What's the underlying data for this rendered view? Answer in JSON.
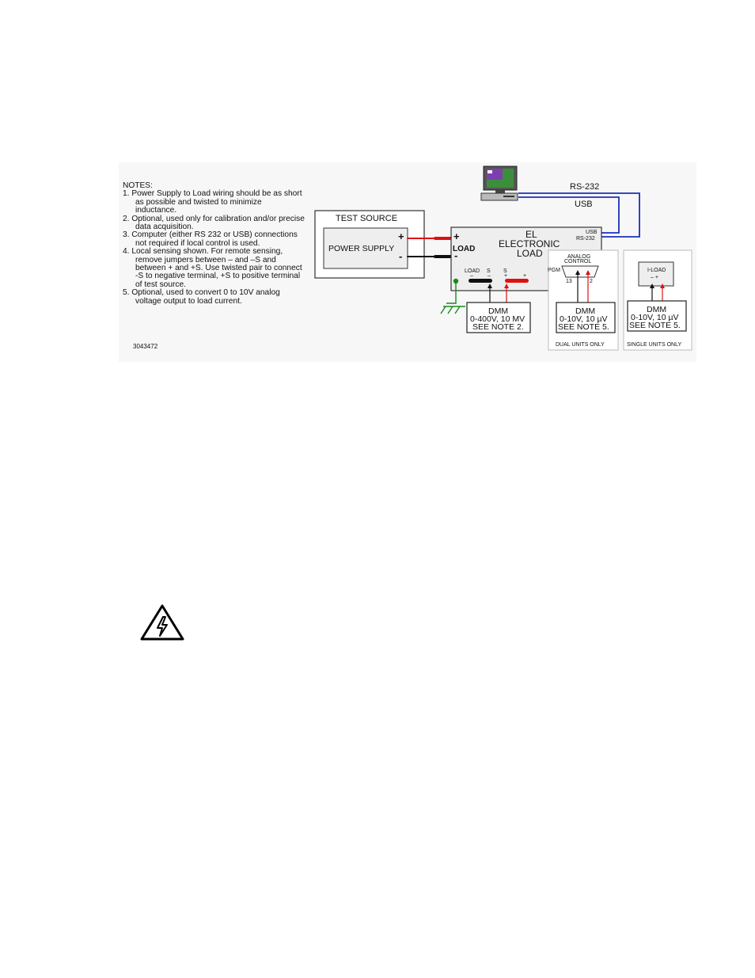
{
  "notes": {
    "heading": "NOTES:",
    "items": [
      "1. Power Supply to Load wiring should be as short as possible and twisted to minimize inductance.",
      "2. Optional, used only for calibration and/or precise data acquisition.",
      "3. Computer (either RS 232 or USB) connections not required if local control is used.",
      "4. Local sensing shown. For remote sensing, remove jumpers between – and –S and between + and +S. Use twisted pair to connect -S to negative terminal, +S to positive terminal of test source.",
      "5. Optional, used to convert 0 to 10V analog voltage output to load current."
    ]
  },
  "figure_id": "3043472",
  "test_source": {
    "title": "TEST SOURCE",
    "supply": "POWER SUPPLY",
    "plus": "+",
    "minus": "-"
  },
  "computer": {
    "rs232": "RS-232",
    "usb": "USB"
  },
  "load": {
    "line1": "EL",
    "line2": "ELECTRONIC",
    "line3": "LOAD",
    "terminal_label": "LOAD",
    "plus": "+",
    "minus": "-",
    "port_usb": "USB",
    "port_rs232": "RS-232",
    "term_load": "LOAD",
    "term_s1": "S",
    "term_s2": "S",
    "sign_minus": "–",
    "sign_minus2": "–",
    "sign_plus": "+",
    "sign_plus2": "+"
  },
  "analog": {
    "line1": "ANALOG",
    "line2": "CONTROL",
    "pgm": "PGM",
    "pin13": "13",
    "pin2": "2"
  },
  "iload": {
    "label": "I-LOAD",
    "signs": "– +"
  },
  "dmm1": {
    "l1": "DMM",
    "l2": "0-400V, 10 MV",
    "l3": "SEE NOTE 2."
  },
  "dmm2": {
    "l1": "DMM",
    "l2": "0-10V, 10 µV",
    "l3": "SEE NOTE 5."
  },
  "dmm3": {
    "l1": "DMM",
    "l2": "0-10V, 10 µV",
    "l3": "SEE NOTE 5."
  },
  "dual_caption": "DUAL UNITS ONLY",
  "single_caption": "SINGLE UNITS ONLY",
  "colors": {
    "wire_red": "#e01010",
    "wire_black": "#111111",
    "wire_blue": "#1c2fb8",
    "ground": "#1a8a1a"
  }
}
